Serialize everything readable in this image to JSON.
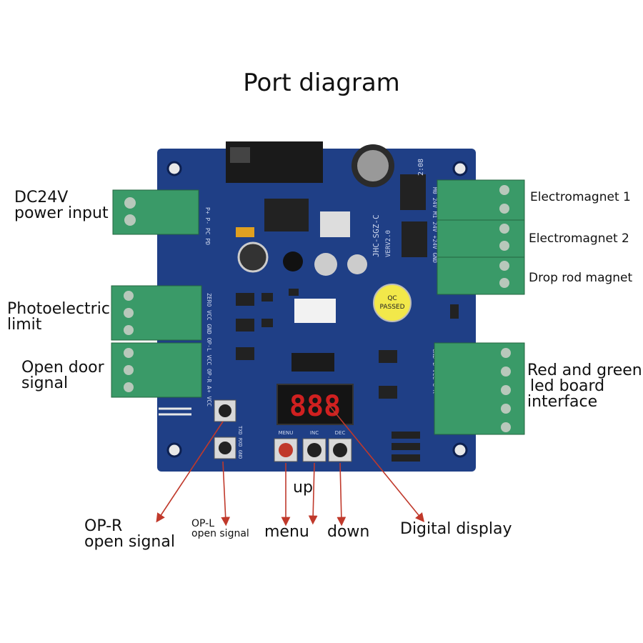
{
  "title": "Port diagram",
  "board": {
    "color": "#1f3f86",
    "terminal_color": "#3a9a68",
    "silk": {
      "model": "JHC-SGZ-C",
      "version": "VERV2.0",
      "code": "2:08",
      "qc_line1": "QC",
      "qc_line2": "PASSED",
      "right_pins": "GND B VCC G R",
      "left_pins": "ZERO VCC GND OP-L VCC OP-R A+ VCC",
      "power_pins": "P+ P- PC PD",
      "top_right_pins": "M0 24V M1 24V +24V GND",
      "buttons": [
        "MENU",
        "INC",
        "DEC"
      ],
      "uart": "TXD RXD GND"
    },
    "display_digits": "888"
  },
  "labels": {
    "dc24v": [
      "DC24V",
      "power input"
    ],
    "photoelectric": [
      "Photoelectric",
      "limit"
    ],
    "open_door": [
      "Open door",
      "signal"
    ],
    "electromagnet1": "Electromagnet 1",
    "electromagnet2": "Electromagnet 2",
    "drop_rod": "Drop rod magnet",
    "red_green": [
      "Red and green",
      "led board",
      "interface"
    ],
    "op_r": [
      "OP-R",
      "open signal"
    ],
    "op_l": [
      "OP-L",
      "open signal"
    ],
    "up": "up",
    "menu": "menu",
    "down": "down",
    "digital_display": "Digital display"
  },
  "colors": {
    "arrow": "#c0392b",
    "text": "#111111"
  }
}
